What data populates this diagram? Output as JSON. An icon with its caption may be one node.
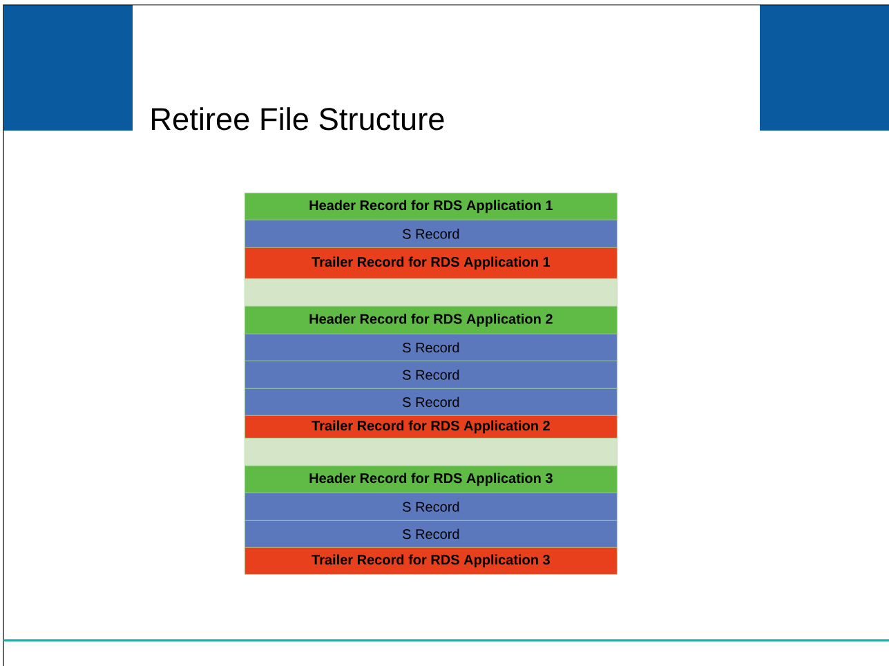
{
  "diagram": {
    "title": "Retiree File Structure",
    "nodes": [
      {
        "text": [
          "Header Record for RDS Application 1"
        ]
      },
      {
        "text": [
          "S Record"
        ]
      },
      {
        "text": [
          "Trailer Record for RDS Application 1"
        ]
      },
      {
        "text": [],
        "shape": "bar"
      },
      {
        "text": [
          "Header Record for RDS Application 2"
        ]
      },
      {
        "text": [
          "S Record"
        ]
      },
      {
        "text": [
          "S Record"
        ]
      },
      {
        "text": [
          "S Record"
        ]
      },
      {
        "text": [
          "Trailer Record for RDS Application 2"
        ]
      },
      {
        "text": [],
        "shape": "bar"
      },
      {
        "text": [
          "Header Record for RDS Application 3"
        ]
      },
      {
        "text": [
          "S Record"
        ]
      },
      {
        "text": [
          "S Record"
        ]
      },
      {
        "text": [
          "Trailer Record for RDS Application 3"
        ]
      }
    ]
  }
}
